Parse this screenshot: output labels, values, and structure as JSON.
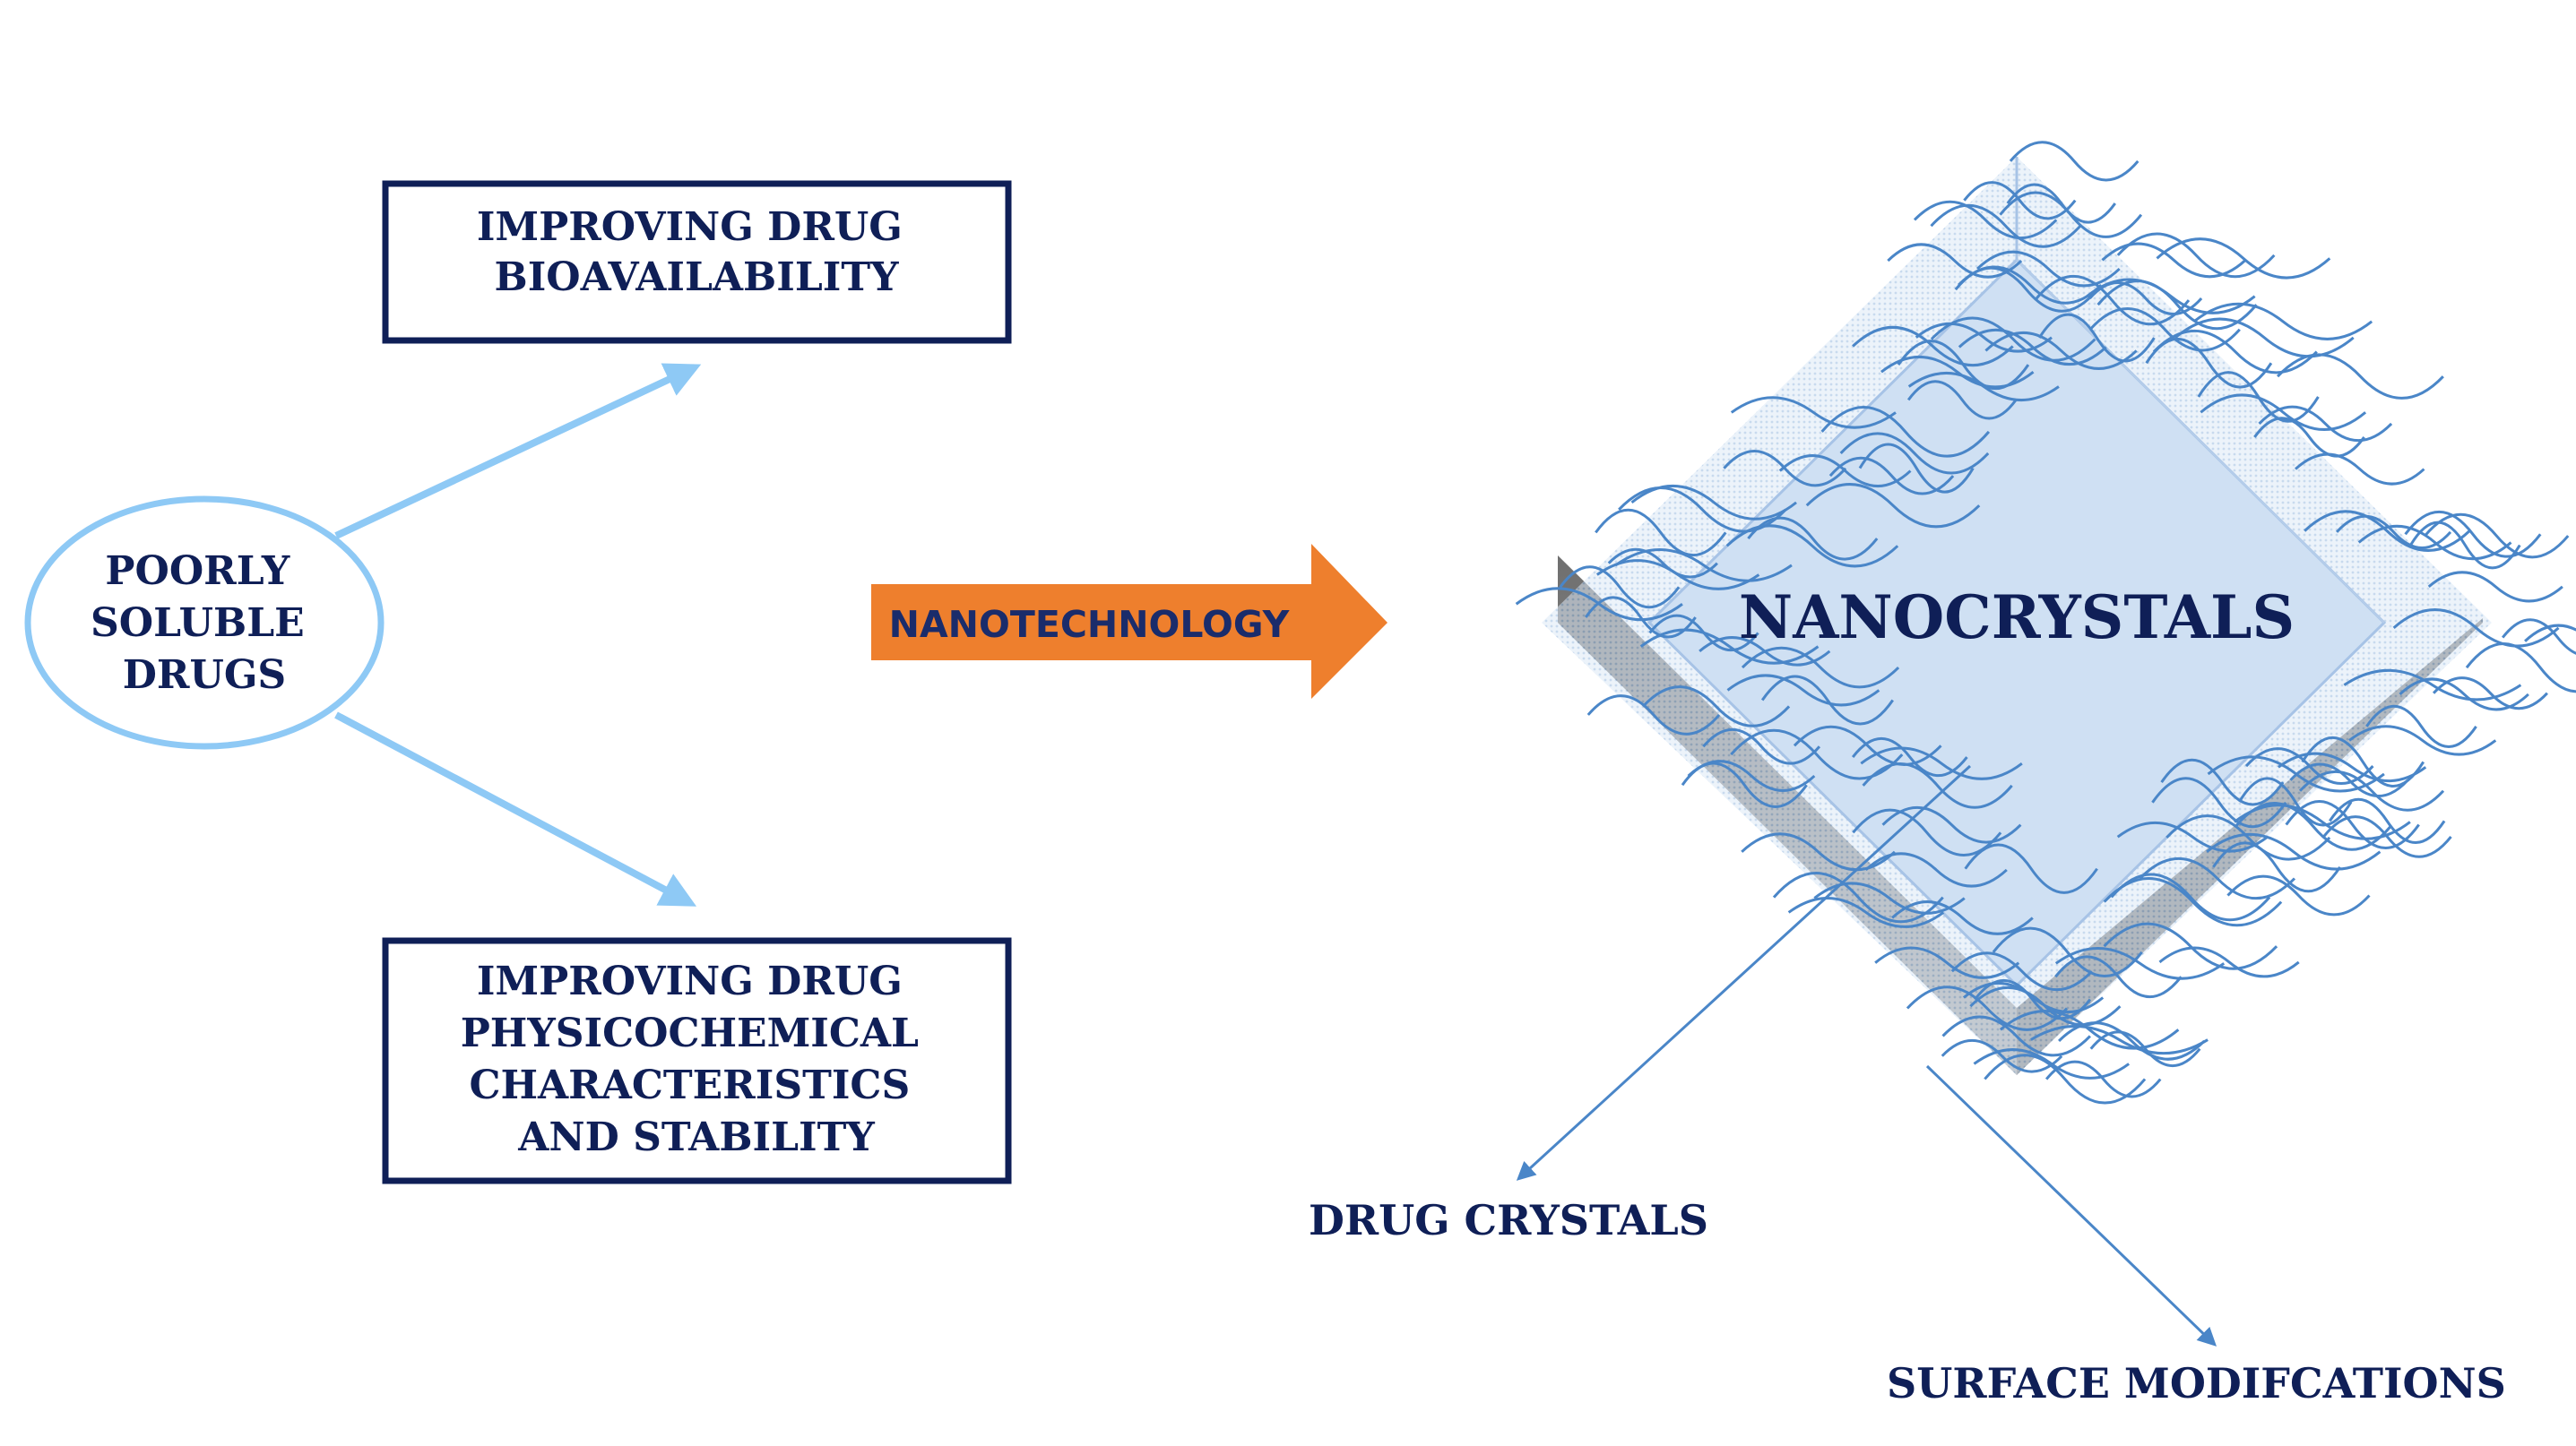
{
  "colors": {
    "navy": "#0f1f57",
    "light_arrow": "#8ec9f5",
    "orange": "#ee7f2d",
    "chain_blue": "#4a86c8",
    "crystal_fill": "#cfe0f3",
    "shadow": "#8a8a8a"
  },
  "source": {
    "label_lines": [
      "POORLY",
      "SOLUBLE",
      "DRUGS"
    ]
  },
  "outcome_top": {
    "label_lines": [
      "IMPROVING DRUG",
      "BIOAVAILABILITY"
    ]
  },
  "outcome_bottom": {
    "label_lines": [
      "IMPROVING DRUG",
      "PHYSICOCHEMICAL",
      "CHARACTERISTICS",
      "AND STABILITY"
    ]
  },
  "process_arrow": {
    "label": "NANOTECHNOLOGY"
  },
  "nanocrystal": {
    "title": "NANOCRYSTALS",
    "callout_core": "DRUG CRYSTALS",
    "callout_surface": "SURFACE MODIFCATIONS"
  }
}
